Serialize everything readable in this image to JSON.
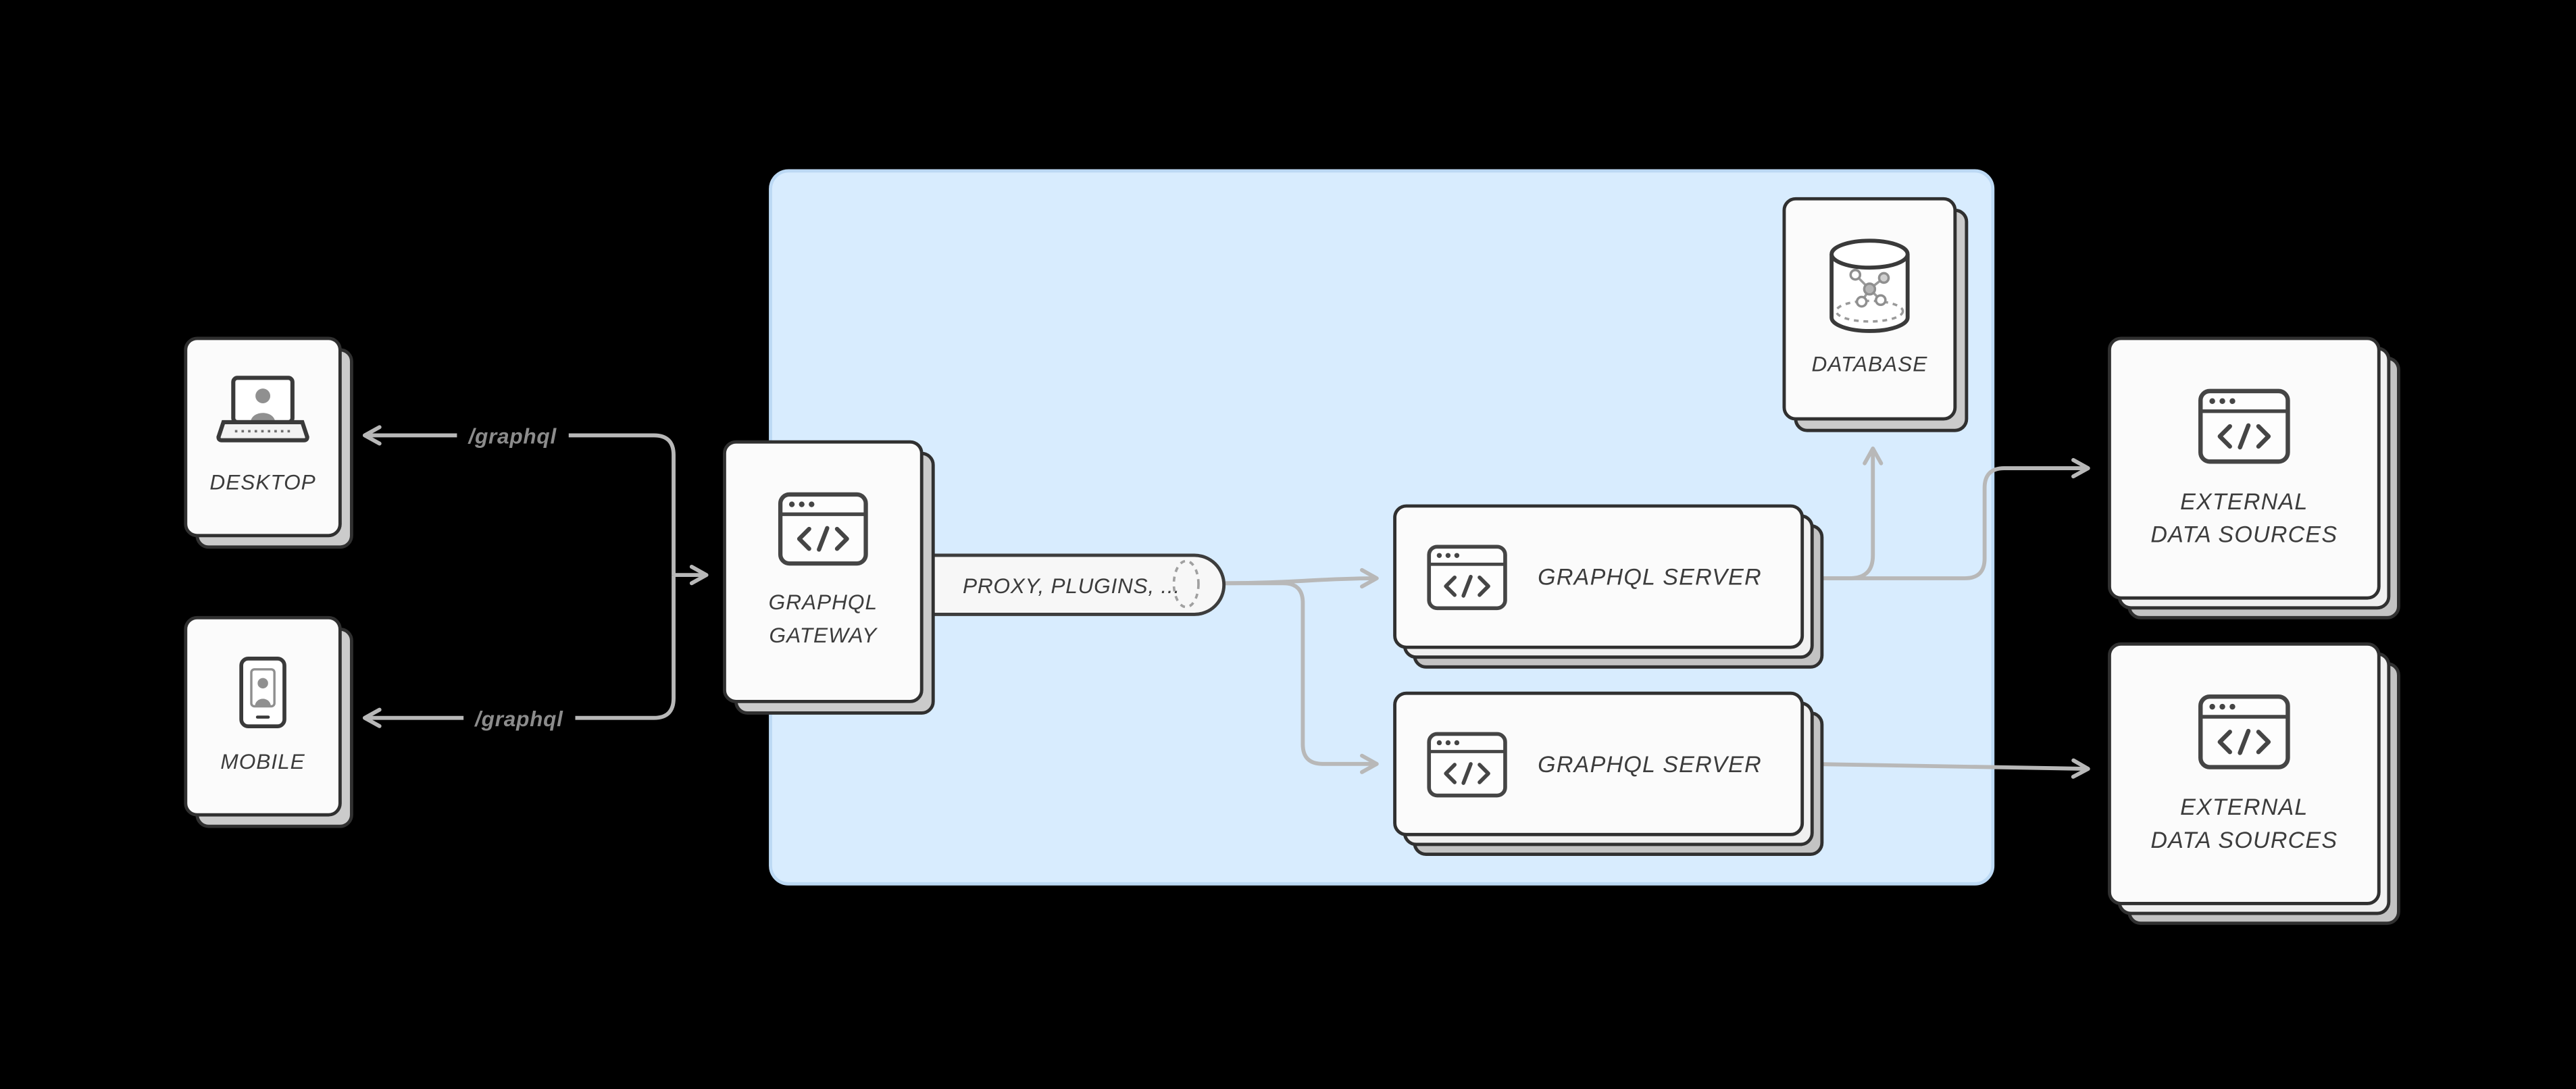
{
  "clients": {
    "desktop": {
      "label": "DESKTOP"
    },
    "mobile": {
      "label": "MOBILE"
    }
  },
  "edges": {
    "desktop_endpoint": "/graphql",
    "mobile_endpoint": "/graphql"
  },
  "gateway": {
    "line1": "GRAPHQL",
    "line2": "GATEWAY"
  },
  "proxy": {
    "label": "PROXY, PLUGINS, ..."
  },
  "servers": [
    {
      "label": "GRAPHQL SERVER"
    },
    {
      "label": "GRAPHQL SERVER"
    }
  ],
  "database": {
    "label": "DATABASE"
  },
  "external_sources": [
    {
      "line1": "EXTERNAL",
      "line2": "DATA SOURCES"
    },
    {
      "line1": "EXTERNAL",
      "line2": "DATA SOURCES"
    }
  ],
  "icons": {
    "desktop": "laptop-user-icon",
    "mobile": "phone-user-icon",
    "gateway": "code-window-icon",
    "server": "code-window-icon",
    "database": "database-graph-icon",
    "external": "code-window-icon"
  },
  "colors": {
    "background": "#000000",
    "cluster_fill": "#d8ecfe",
    "cluster_border": "#bcd9f4",
    "card_fill": "#fbfbfb",
    "card_shadow": "#cbcbcb",
    "card_border": "#303030",
    "arrow": "#b8b8b8",
    "muted_label": "#8c8c8c",
    "label": "#3c3c3c"
  }
}
